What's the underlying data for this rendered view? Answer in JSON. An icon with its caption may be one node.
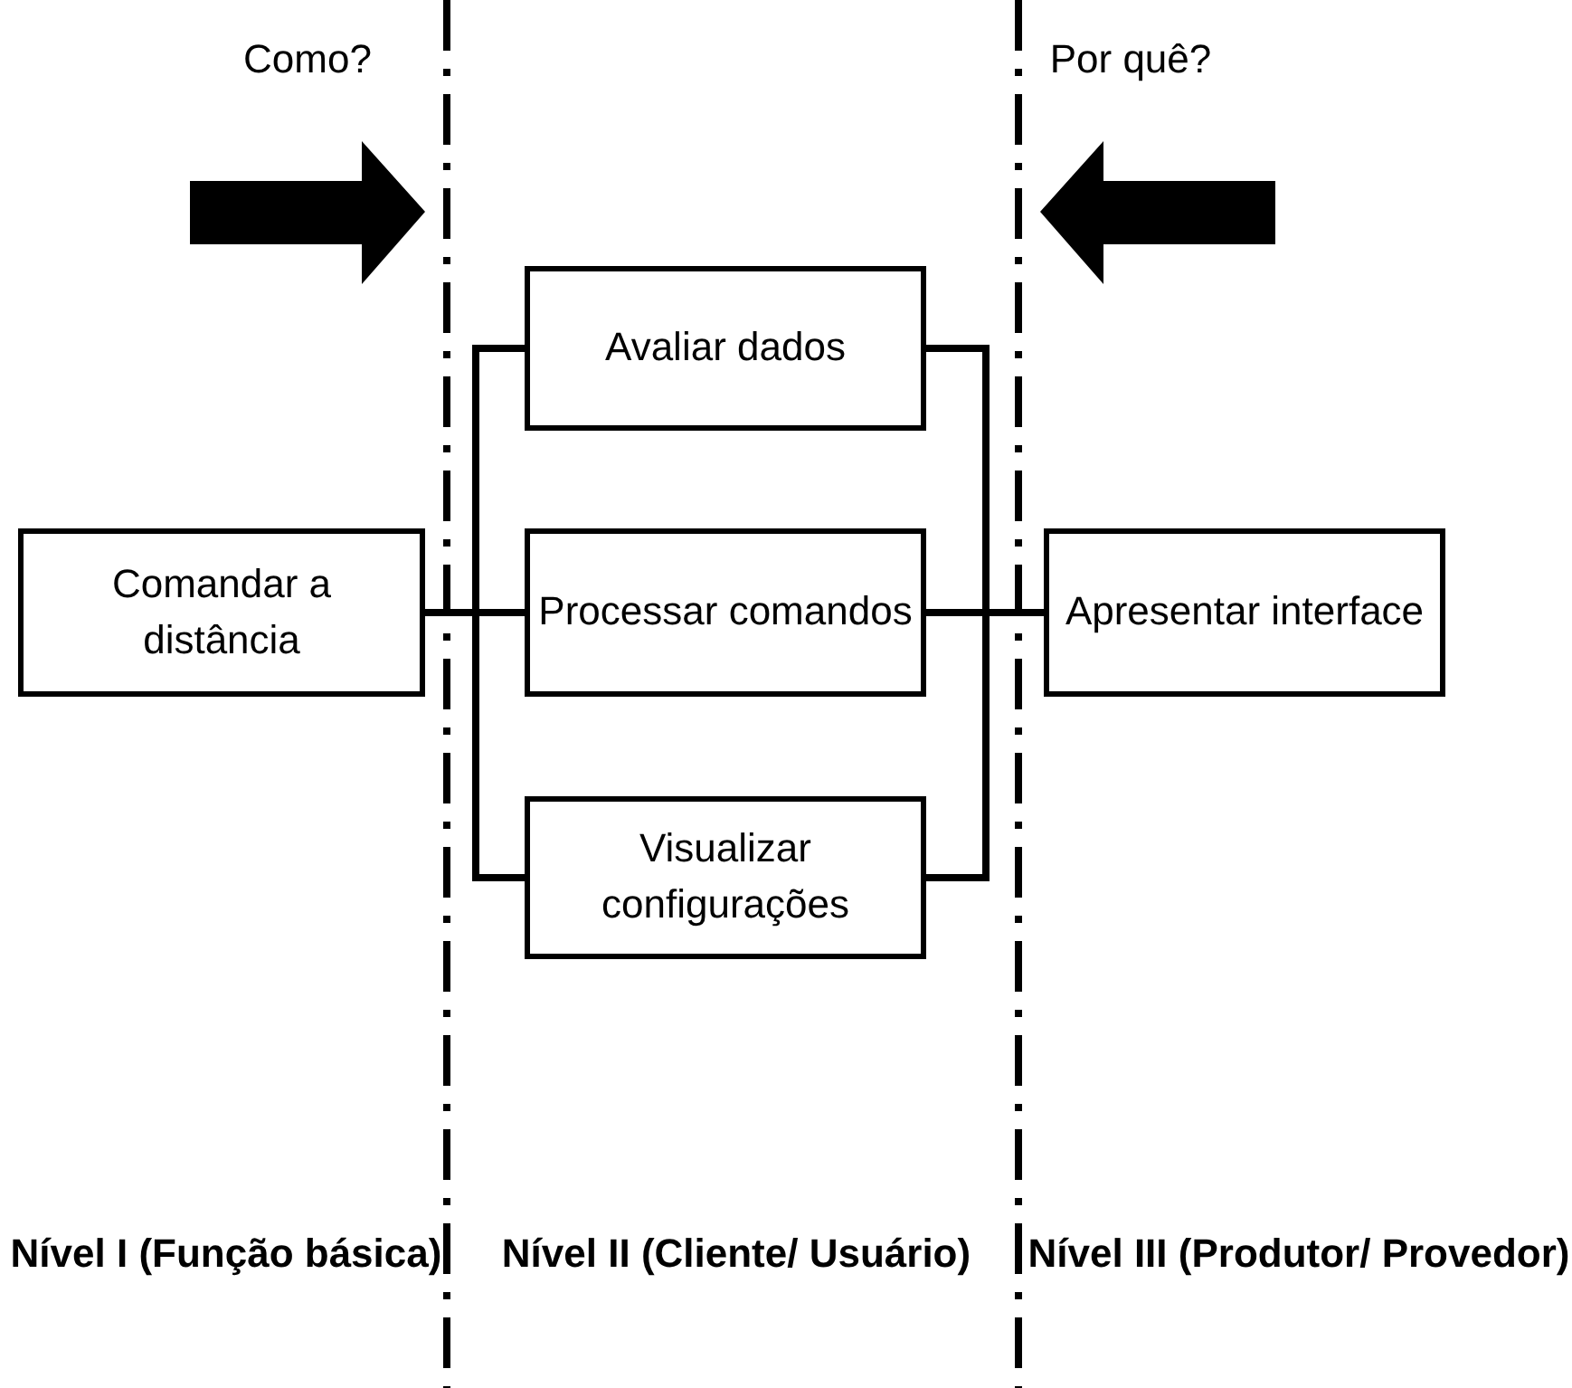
{
  "diagram": {
    "nodes": [
      {
        "text": [
          "Comandar a distância"
        ]
      },
      {
        "text": [
          "Avaliar dados"
        ]
      },
      {
        "text": [
          "Processar comandos"
        ]
      },
      {
        "text": [
          "Visualizar configurações"
        ]
      },
      {
        "text": [
          "Apresentar interface"
        ]
      }
    ],
    "edges": [
      {
        "from": 0,
        "to": 1,
        "arrow": "none"
      },
      {
        "from": 0,
        "to": 2,
        "arrow": "none"
      },
      {
        "from": 0,
        "to": 3,
        "arrow": "none"
      },
      {
        "from": 1,
        "to": 4,
        "arrow": "none"
      },
      {
        "from": 2,
        "to": 4,
        "arrow": "none"
      },
      {
        "from": 3,
        "to": 4,
        "arrow": "none"
      }
    ],
    "labels": [
      "Como?",
      "Por quê?",
      "Nível I (Função básica)",
      "Nível II (Cliente/ Usuário)",
      "Nível III (Produtor/ Provedor)"
    ]
  }
}
